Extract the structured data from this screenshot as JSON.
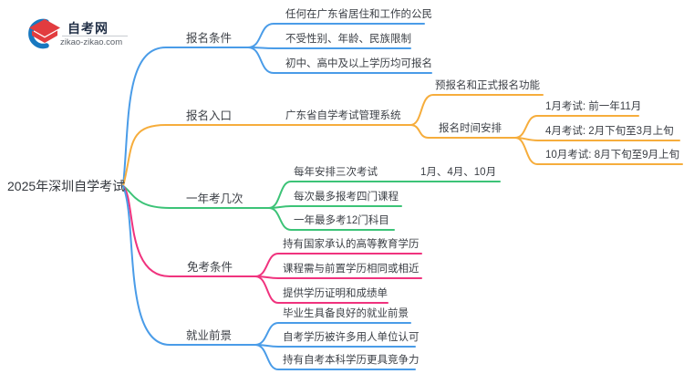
{
  "logo": {
    "site_name": "自考网",
    "site_url": "zikao-zikao.com",
    "icon": "graduation-cap-icon"
  },
  "root": {
    "label": "2025年深圳自学考试"
  },
  "palette": {
    "blue": "#4a9ce8",
    "orange": "#f6ad3c",
    "green": "#3cc377",
    "pink": "#f0337e"
  },
  "branches": [
    {
      "label": "报名条件",
      "color": "#4a9ce8",
      "children": [
        {
          "label": "任何在广东省居住和工作的公民"
        },
        {
          "label": "不受性别、年龄、民族限制"
        },
        {
          "label": "初中、高中及以上学历均可报名"
        }
      ]
    },
    {
      "label": "报名入口",
      "color": "#f6ad3c",
      "node": "广东省自学考试管理系统",
      "children": [
        {
          "label": "预报名和正式报名功能"
        },
        {
          "label": "报名时间安排",
          "children": [
            {
              "label": "1月考试: 前一年11月"
            },
            {
              "label": "4月考试: 2月下旬至3月上旬"
            },
            {
              "label": "10月考试: 8月下旬至9月上旬"
            }
          ]
        }
      ]
    },
    {
      "label": "一年考几次",
      "color": "#3cc377",
      "children": [
        {
          "label": "每年安排三次考试",
          "children": [
            {
              "label": "1月、4月、10月"
            }
          ]
        },
        {
          "label": "每次最多报考四门课程"
        },
        {
          "label": "一年最多考12门科目"
        }
      ]
    },
    {
      "label": "免考条件",
      "color": "#f0337e",
      "children": [
        {
          "label": "持有国家承认的高等教育学历"
        },
        {
          "label": "课程需与前置学历相同或相近"
        },
        {
          "label": "提供学历证明和成绩单"
        }
      ]
    },
    {
      "label": "就业前景",
      "color": "#4a9ce8",
      "children": [
        {
          "label": "毕业生具备良好的就业前景"
        },
        {
          "label": "自考学历被许多用人单位认可"
        },
        {
          "label": "持有自考本科学历更具竞争力"
        }
      ]
    }
  ]
}
